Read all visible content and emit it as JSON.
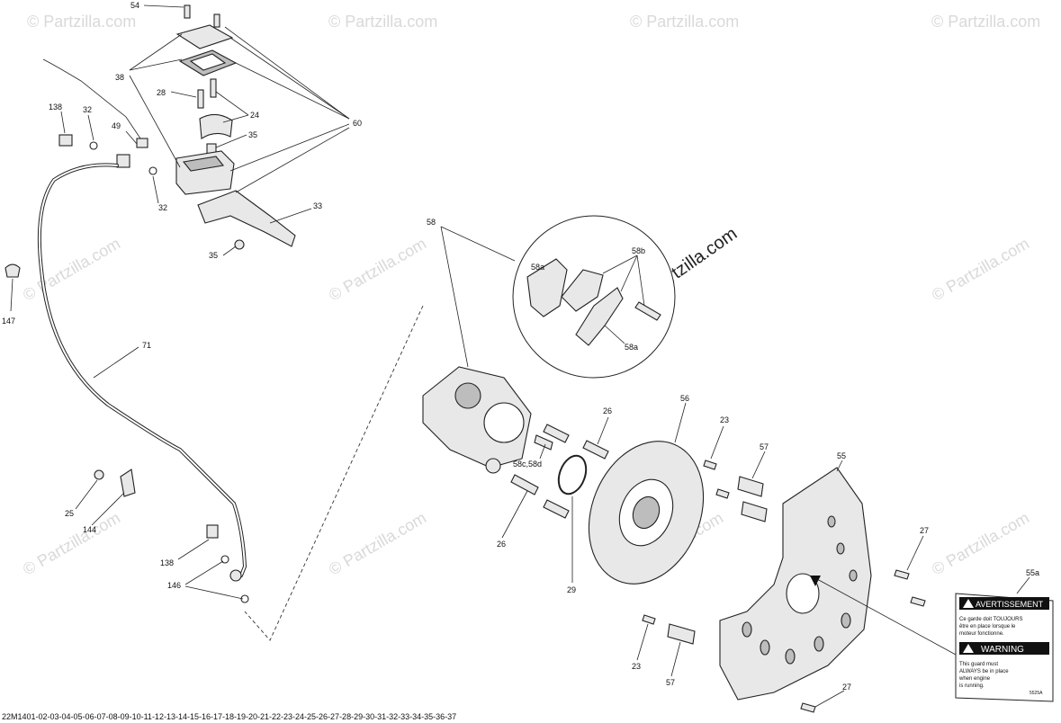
{
  "watermark": {
    "text": "© Partzilla.com",
    "big_text": "© Partzilla.com"
  },
  "callouts": {
    "c54": "54",
    "c38": "38",
    "c28": "28",
    "c24": "24",
    "c60": "60",
    "c138a": "138",
    "c32a": "32",
    "c49": "49",
    "c35a": "35",
    "c32b": "32",
    "c33": "33",
    "c35b": "35",
    "c147": "147",
    "c71": "71",
    "c25": "25",
    "c144": "144",
    "c138b": "138",
    "c146": "146",
    "c58": "58",
    "c58a1": "58a",
    "c58b": "58b",
    "c58a2": "58a",
    "c26a": "26",
    "c58cd": "58c,58d",
    "c26b": "26",
    "c56": "56",
    "c29": "29",
    "c23a": "23",
    "c57a": "57",
    "c55": "55",
    "c27a": "27",
    "c55a": "55a",
    "c23b": "23",
    "c57b": "57",
    "c27b": "27"
  },
  "warning_label": {
    "avertissement": "AVERTISSEMENT",
    "fr_line1": "Ce garde doit TOUJOURS",
    "fr_line2": "être en place lorsque le",
    "fr_line3": "moteur fonctionne.",
    "warning": "WARNING",
    "en_line1": "This guard must",
    "en_line2": "ALWAYS be in place",
    "en_line3": "when engine",
    "en_line4": "is running.",
    "code": "5525A"
  },
  "footer": {
    "code": "22M1401-02-03-04-05-06-07-08-09-10-11-12-13-14-15-16-17-18-19-20-21-22-23-24-25-26-27-28-29-30-31-32-33-34-35-36-37"
  }
}
